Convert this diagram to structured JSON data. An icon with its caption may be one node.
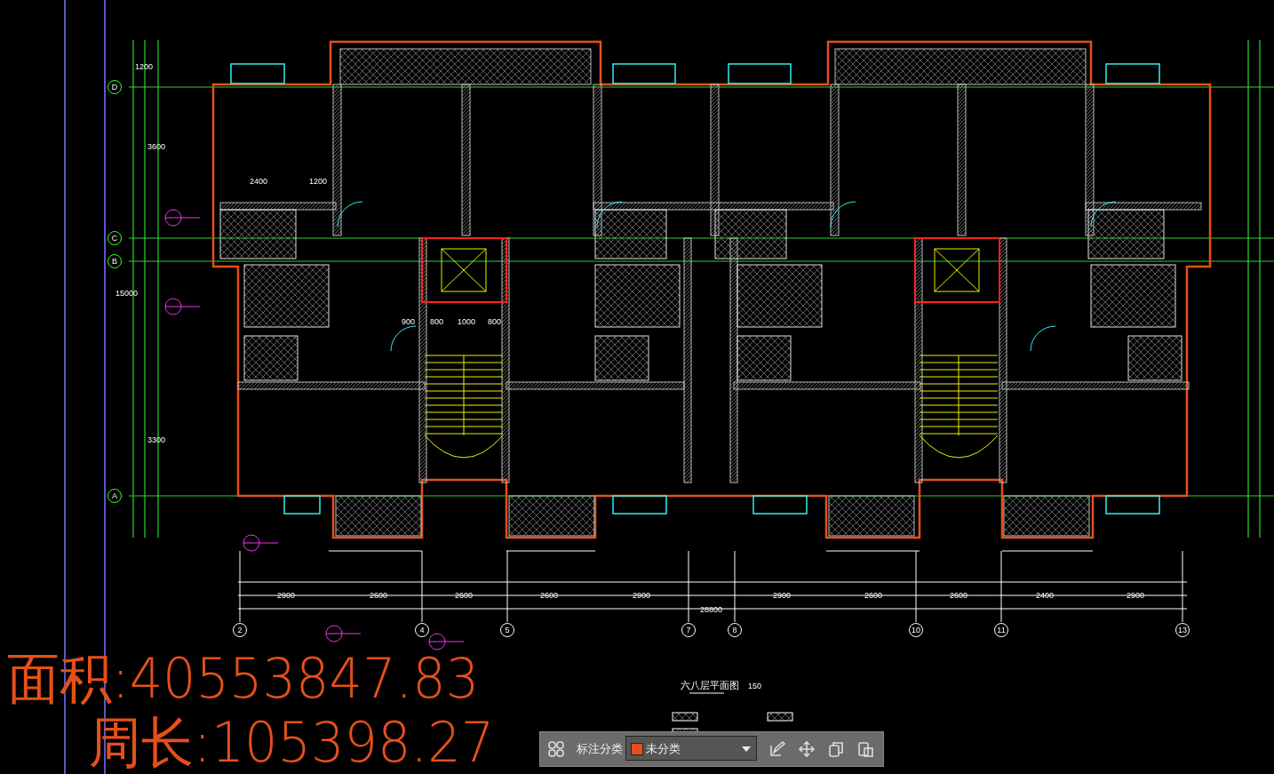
{
  "diagram": {
    "title": "六八层平面图",
    "labels": [
      "D",
      "C",
      "B",
      "A",
      "2",
      "4",
      "5",
      "7",
      "8",
      "10",
      "11",
      "13",
      "28800",
      "2900",
      "2600",
      "2600",
      "2600",
      "2900",
      "2900",
      "2600",
      "2600",
      "2400",
      "2900",
      "1200",
      "3600",
      "15000",
      "3300",
      "2400",
      "1200",
      "900",
      "800",
      "1000",
      "800",
      "150",
      "面积:40553847.83",
      "周长:105398.27",
      "标注分类",
      "未分类"
    ]
  }
}
